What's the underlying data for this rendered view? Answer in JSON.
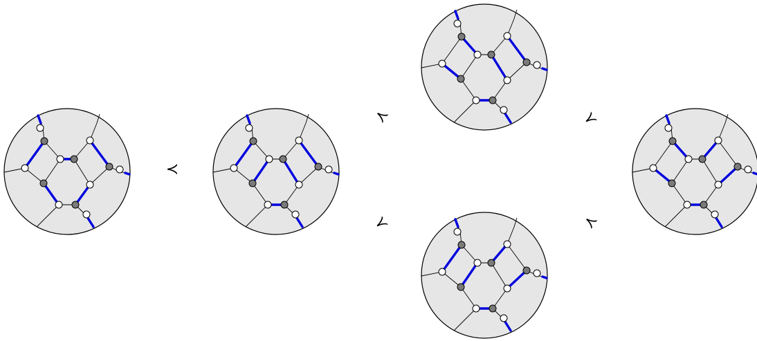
{
  "relation_symbol": "≺",
  "colors": {
    "disk_fill": "#e6e6e6",
    "matching_edge": "#0000dd",
    "black_vertex": "#7a7a7a",
    "white_vertex": "#ffffff"
  },
  "diagrams": [
    {
      "id": "d1",
      "thick": [
        [
          1,
          10
        ],
        [
          3,
          11
        ],
        [
          2,
          13
        ],
        [
          4,
          16
        ],
        [
          5,
          6
        ],
        [
          12,
          15
        ],
        [
          8,
          18
        ]
      ]
    },
    {
      "id": "d2",
      "thick": [
        [
          1,
          10
        ],
        [
          3,
          11
        ],
        [
          2,
          13
        ],
        [
          4,
          16
        ],
        [
          5,
          12
        ],
        [
          6,
          15
        ],
        [
          8,
          18
        ]
      ]
    },
    {
      "id": "d3",
      "thick": [
        [
          1,
          10
        ],
        [
          3,
          11
        ],
        [
          4,
          13
        ],
        [
          4,
          16
        ],
        [
          5,
          14
        ],
        [
          6,
          12
        ],
        [
          7,
          15
        ],
        [
          8,
          18
        ]
      ]
    },
    {
      "id": "d4",
      "thick": [
        [
          1,
          10
        ],
        [
          3,
          13
        ],
        [
          2,
          11
        ],
        [
          4,
          16
        ],
        [
          5,
          6
        ],
        [
          6,
          12
        ],
        [
          7,
          15
        ],
        [
          8,
          18
        ]
      ]
    },
    {
      "id": "d5",
      "thick": [
        [
          1,
          10
        ],
        [
          3,
          11
        ],
        [
          2,
          13
        ],
        [
          4,
          12
        ],
        [
          5,
          14
        ],
        [
          7,
          15
        ],
        [
          8,
          18
        ]
      ]
    }
  ],
  "relations": [
    {
      "id": "r1",
      "symbol": "≺"
    },
    {
      "id": "r2",
      "symbol": "≺"
    },
    {
      "id": "r3",
      "symbol": "≺"
    },
    {
      "id": "r4",
      "symbol": "≺"
    },
    {
      "id": "r5",
      "symbol": "≺"
    }
  ]
}
